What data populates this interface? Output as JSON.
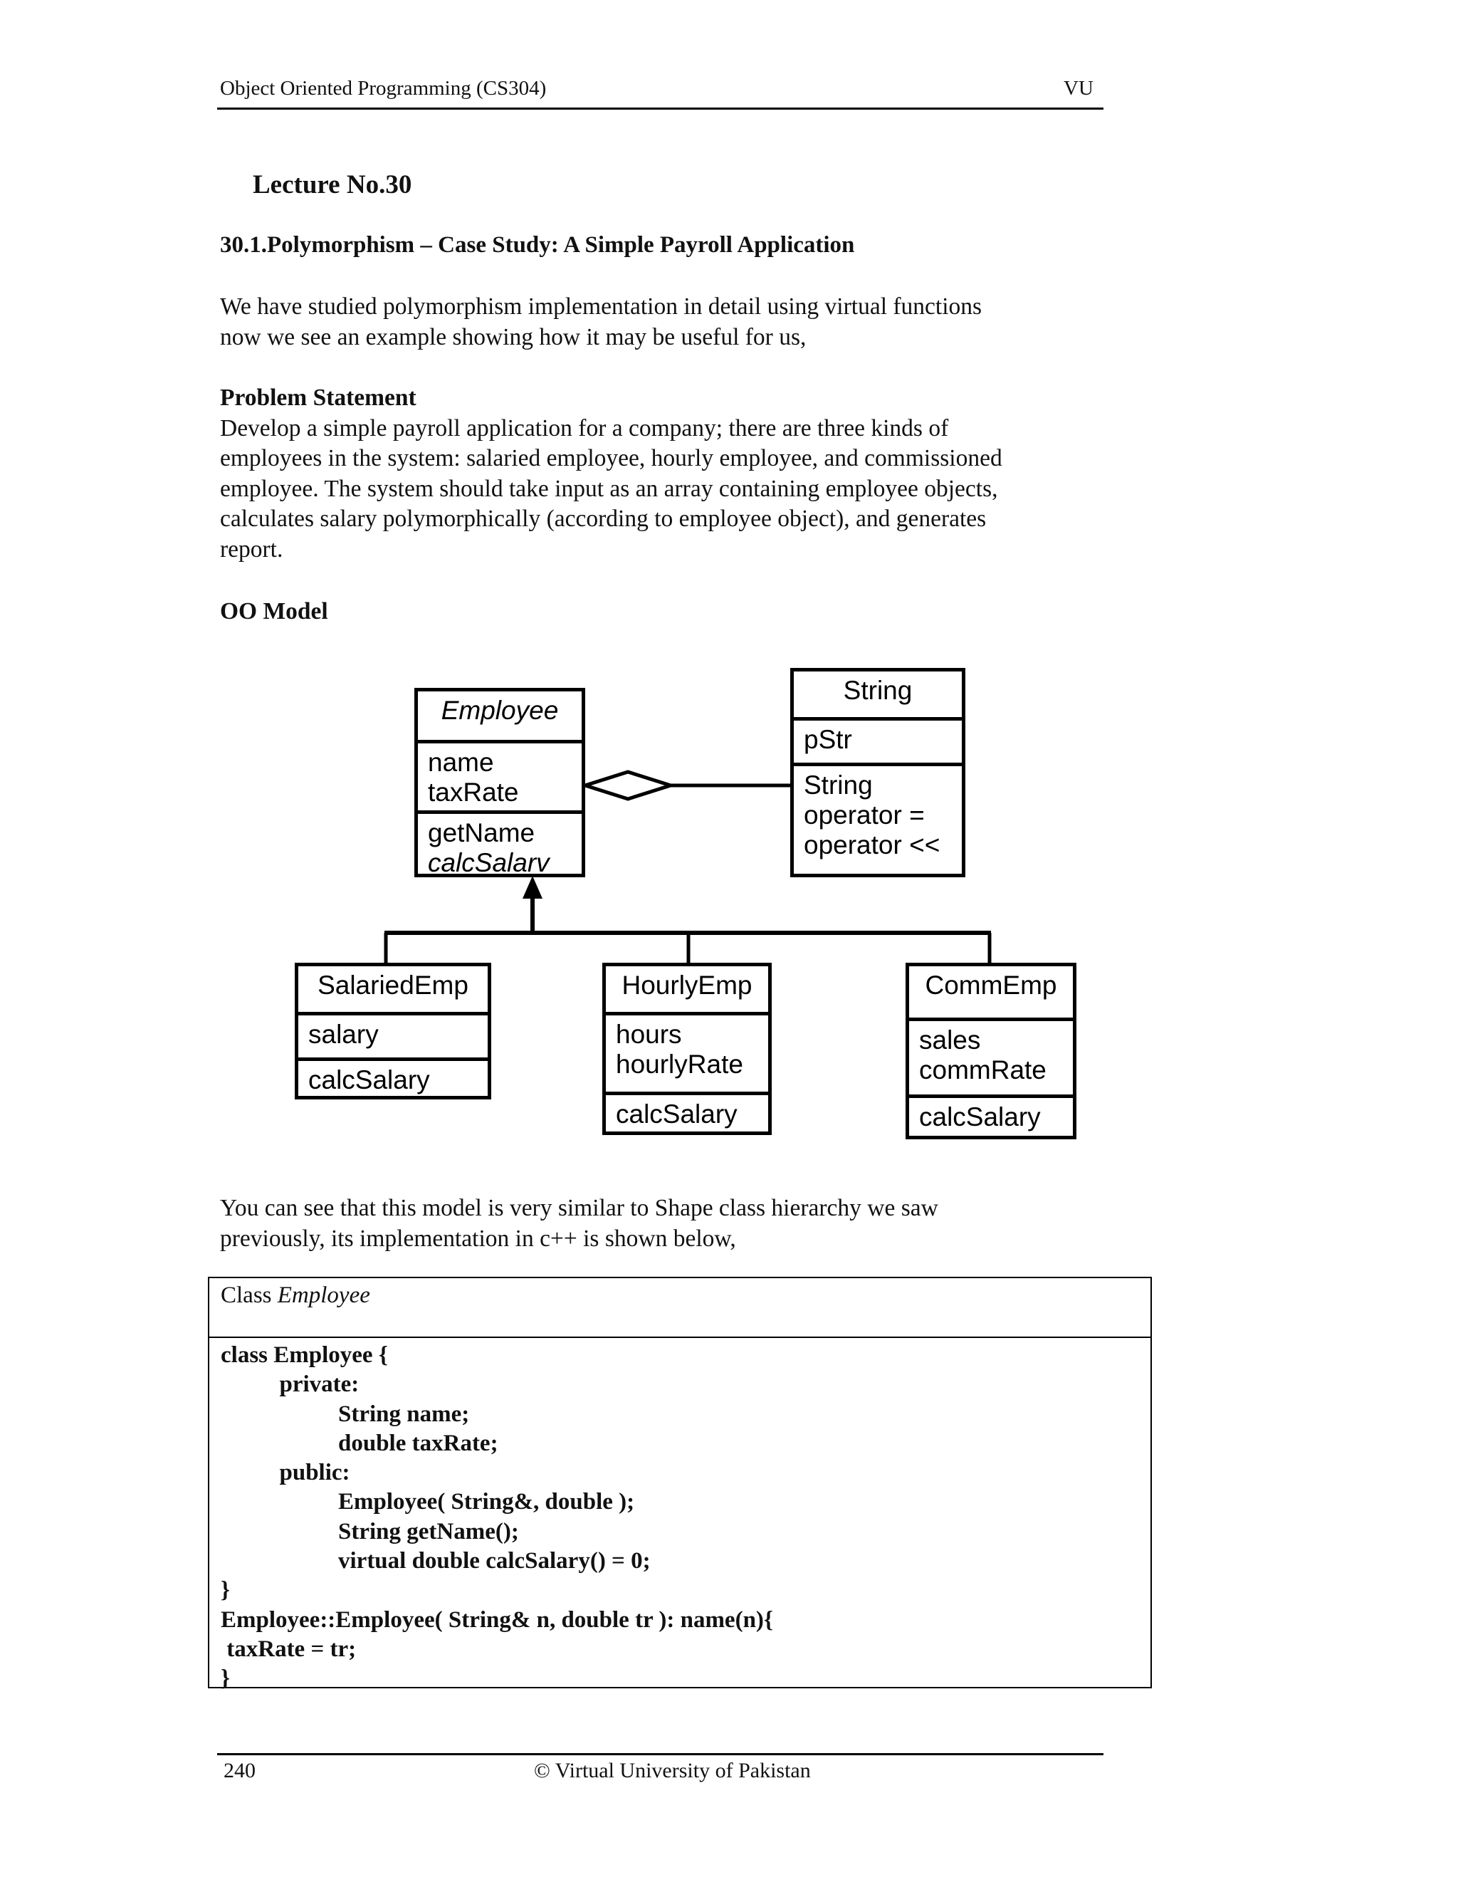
{
  "header": {
    "left": "Object Oriented Programming (CS304)",
    "right": "VU"
  },
  "lecture_title": "Lecture No.30",
  "section_title": "30.1.Polymorphism – Case Study: A Simple Payroll Application",
  "intro_lines": [
    "We have studied polymorphism implementation in detail using virtual functions",
    "now we see an example showing how it may be useful for us,"
  ],
  "problem": {
    "heading": "Problem Statement",
    "lines": [
      "Develop a simple payroll application for a company; there are three kinds of",
      "employees in the system: salaried employee, hourly employee, and commissioned",
      "employee. The system should take input as an array containing employee objects,",
      "calculates salary polymorphically (according to employee object), and generates",
      "report."
    ]
  },
  "oo_model_heading": "OO Model",
  "diagram": {
    "employee": {
      "name": "Employee",
      "attributes": [
        "name",
        "taxRate"
      ],
      "methods": [
        "getName",
        "calcSalarv"
      ]
    },
    "string": {
      "name": "String",
      "attributes": [
        "pStr"
      ],
      "methods": [
        "String",
        "operator =",
        "operator <<"
      ]
    },
    "salaried": {
      "name": "SalariedEmp",
      "attributes": [
        "salary"
      ],
      "methods": [
        "calcSalary"
      ]
    },
    "hourly": {
      "name": "HourlyEmp",
      "attributes": [
        "hours",
        "hourlyRate"
      ],
      "methods": [
        "calcSalary"
      ]
    },
    "comm": {
      "name": "CommEmp",
      "attributes": [
        "sales",
        "commRate"
      ],
      "methods": [
        "calcSalary"
      ]
    }
  },
  "after_lines": [
    "You can see that this model is very similar to Shape class hierarchy we saw",
    "previously, its implementation in c++ is shown below,"
  ],
  "code_table": {
    "caption_prefix": "Class ",
    "caption_name": "Employee",
    "lines": [
      "class Employee {",
      "          private:",
      "                    String name;",
      "                    double taxRate;",
      "          public:",
      "                    Employee( String&, double );",
      "                    String getName();",
      "                    virtual double calcSalary() = 0;",
      "}",
      "Employee::Employee( String& n, double tr ): name(n){",
      " taxRate = tr;",
      "}"
    ]
  },
  "footer": {
    "page_number": "240",
    "copyright": "© Virtual University of Pakistan"
  }
}
